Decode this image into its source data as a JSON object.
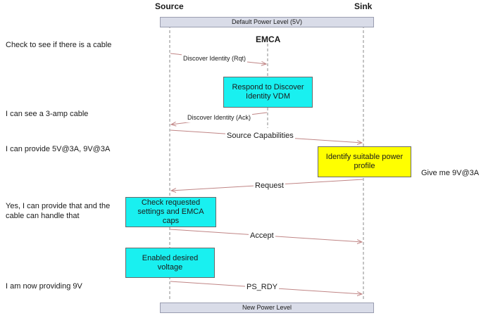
{
  "participants": {
    "source": "Source",
    "sink": "Sink",
    "emca": "EMCA"
  },
  "top_bar": "Default Power Level (5V)",
  "bottom_bar": "New Power Level",
  "left_notes": {
    "cable_check": "Check to see if there is a cable",
    "three_amp": "I can see a 3-amp cable",
    "provide": "I can provide 5V@3A, 9V@3A",
    "yes_line1": "Yes, I can provide that and the",
    "yes_line2": "cable can handle that",
    "providing": "I am now providing 9V"
  },
  "right_note": "Give me 9V@3A",
  "messages": {
    "discover_rqt": "Discover Identity (Rqt)",
    "discover_ack": "Discover Identity (Ack)",
    "source_caps": "Source Capabilities",
    "request": "Request",
    "accept": "Accept",
    "ps_rdy": "PS_RDY"
  },
  "boxes": {
    "respond": "Respond to Discover Identity VDM",
    "identify": "Identify suitable power profile",
    "check": "Check requested settings and EMCA caps",
    "enabled": "Enabled desired voltage"
  },
  "colors": {
    "box_cyan": "#19f0f0",
    "box_yellow": "#ffff00",
    "bar_fill": "#d9dce8",
    "arrow": "#c08585"
  }
}
